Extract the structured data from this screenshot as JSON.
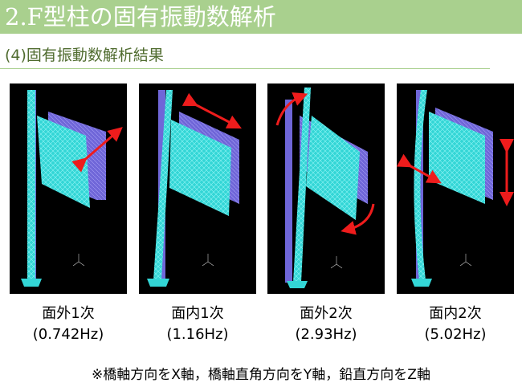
{
  "header": {
    "title": "2.F型柱の固有振動数解析"
  },
  "section": {
    "subtitle": "(4)固有振動数解析結果"
  },
  "modes": [
    {
      "label": "面外1次",
      "freq": "(0.742Hz)"
    },
    {
      "label": "面内1次",
      "freq": "(1.16Hz)"
    },
    {
      "label": "面外2次",
      "freq": "(2.93Hz)"
    },
    {
      "label": "面内2次",
      "freq": "(5.02Hz)"
    }
  ],
  "axis_labels": {
    "x": "X",
    "y": "Y",
    "z": "Z"
  },
  "footer": {
    "note": "※橋軸方向をX軸，橋軸直角方向をY軸，鉛直方向をZ軸"
  },
  "colors": {
    "header": "#a9d08e",
    "deformed": "#33e0e0",
    "original": "#7a6fe0",
    "arrow": "#ee1c1c"
  }
}
